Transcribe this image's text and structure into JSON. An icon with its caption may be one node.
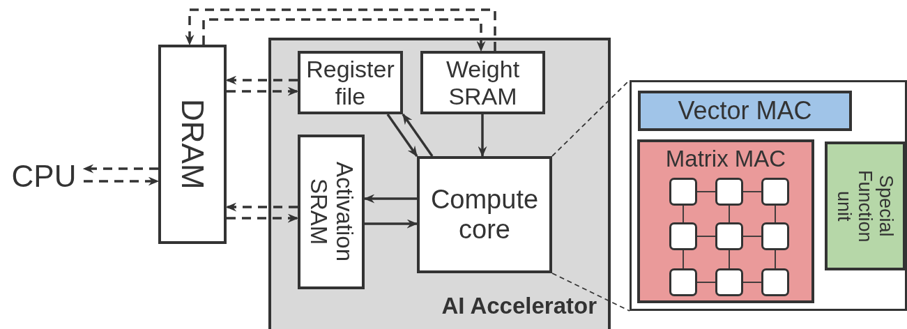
{
  "diagram": {
    "nodes": [
      {
        "text": [
          "DRAM"
        ]
      },
      {
        "text": [
          "CPU"
        ]
      },
      {
        "text": [
          "AI Accelerator"
        ]
      },
      {
        "text": [
          "Register file"
        ],
        "in": 2
      },
      {
        "text": [
          "Weight SRAM"
        ],
        "in": 2
      },
      {
        "text": [
          "Activation SRAM"
        ],
        "in": 2
      },
      {
        "text": [
          "Compute core"
        ],
        "in": 2
      },
      {
        "text": [],
        "shape": "box"
      },
      {
        "text": [
          "Vector MAC"
        ],
        "in": 7
      },
      {
        "text": [
          "Matrix MAC"
        ],
        "in": 7
      },
      {
        "text": [],
        "shape": "box",
        "in": 9
      },
      {
        "text": [],
        "shape": "box",
        "in": 9
      },
      {
        "text": [],
        "shape": "box",
        "in": 9
      },
      {
        "text": [],
        "shape": "box",
        "in": 9
      },
      {
        "text": [],
        "shape": "box",
        "in": 9
      },
      {
        "text": [],
        "shape": "box",
        "in": 9
      },
      {
        "text": [],
        "shape": "box",
        "in": 9
      },
      {
        "text": [],
        "shape": "box",
        "in": 9
      },
      {
        "text": [],
        "shape": "box",
        "in": 9
      },
      {
        "text": [
          "Special Function unit"
        ],
        "in": 7
      }
    ],
    "edges": [
      {
        "from": 3,
        "to": 0,
        "arrow": "to",
        "style": "dashed"
      },
      {
        "from": 0,
        "to": 3,
        "arrow": "to",
        "style": "dashed"
      },
      {
        "from": 0,
        "to": 1,
        "arrow": "to",
        "style": "dashed"
      },
      {
        "from": 1,
        "to": 0,
        "arrow": "to",
        "style": "dashed"
      },
      {
        "from": 5,
        "to": 0,
        "arrow": "to",
        "style": "dashed"
      },
      {
        "from": 0,
        "to": 5,
        "arrow": "to",
        "style": "dashed"
      },
      {
        "from": 4,
        "to": 0,
        "arrow": "to",
        "style": "dashed"
      },
      {
        "from": 0,
        "to": 4,
        "arrow": "to",
        "style": "dashed"
      },
      {
        "from": 3,
        "to": 6,
        "arrow": "to"
      },
      {
        "from": 6,
        "to": 3,
        "arrow": "to"
      },
      {
        "from": 4,
        "to": 6,
        "arrow": "to"
      },
      {
        "from": 6,
        "to": 5,
        "arrow": "to"
      },
      {
        "from": 5,
        "to": 6,
        "arrow": "to"
      },
      {
        "from": 6,
        "to": 7,
        "arrow": "none",
        "style": "dashed"
      },
      {
        "from": 6,
        "to": 7,
        "arrow": "none",
        "style": "dashed"
      },
      {
        "from": 10,
        "to": 11,
        "arrow": "none"
      },
      {
        "from": 11,
        "to": 12,
        "arrow": "none"
      },
      {
        "from": 13,
        "to": 14,
        "arrow": "none"
      },
      {
        "from": 14,
        "to": 15,
        "arrow": "none"
      },
      {
        "from": 16,
        "to": 17,
        "arrow": "none"
      },
      {
        "from": 17,
        "to": 18,
        "arrow": "none"
      },
      {
        "from": 10,
        "to": 13,
        "arrow": "none"
      },
      {
        "from": 13,
        "to": 16,
        "arrow": "none"
      },
      {
        "from": 11,
        "to": 14,
        "arrow": "none"
      },
      {
        "from": 14,
        "to": 17,
        "arrow": "none"
      },
      {
        "from": 12,
        "to": 15,
        "arrow": "none"
      },
      {
        "from": 15,
        "to": 18,
        "arrow": "none"
      }
    ]
  }
}
